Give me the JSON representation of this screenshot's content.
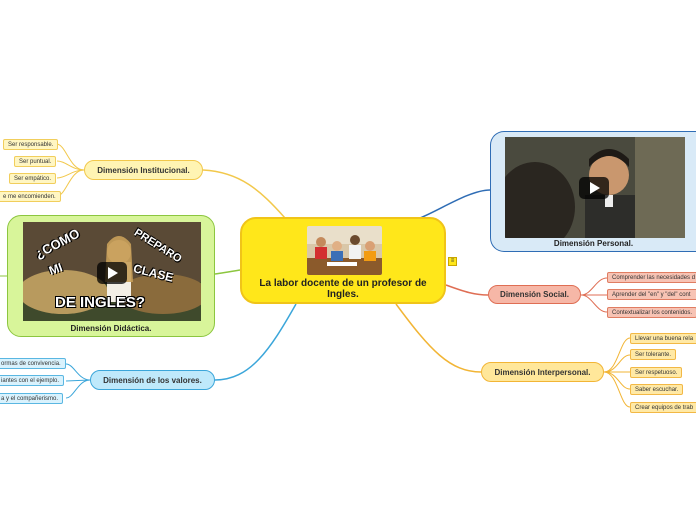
{
  "central": {
    "title": "La labor docente de un profesor de Ingles."
  },
  "branches": {
    "institucional": {
      "label": "Dimensión Institucional.",
      "items": [
        "Ser responsable.",
        "Ser puntual.",
        "Ser empático.",
        "e me encomienden."
      ]
    },
    "didactica": {
      "label": "Dimensión Didáctica.",
      "video_text": [
        "¿COMO",
        "PREPARO",
        "MI",
        "CLASE",
        "DE INGLES?"
      ]
    },
    "valores": {
      "label": "Dimensión de los valores.",
      "items": [
        "ormas de convivencia.",
        "iantes con el ejemplo.",
        "a y el compañerismo."
      ]
    },
    "personal": {
      "label": "Dimensión Personal."
    },
    "social": {
      "label": "Dimensión Social.",
      "items": [
        "Comprender las necesidades d",
        "Aprender del \"en\" y \"del\" cont",
        "Contextualizar los contenidos."
      ]
    },
    "interpersonal": {
      "label": "Dimensión Interpersonal.",
      "items": [
        "Llevar una buena rela",
        "Ser tolerante.",
        "Ser respetuoso.",
        "Saber escuchar.",
        "Crear equipos de trab"
      ]
    }
  },
  "icons": {
    "notes": "notes-icon",
    "play": "play-icon"
  },
  "colors": {
    "central": "#ffe71a",
    "institucional": "#f2c84b",
    "didactica": "#8cc63f",
    "valores": "#3ba6da",
    "personal": "#2f6db5",
    "social": "#df6e54",
    "interpersonal": "#f2b535"
  }
}
